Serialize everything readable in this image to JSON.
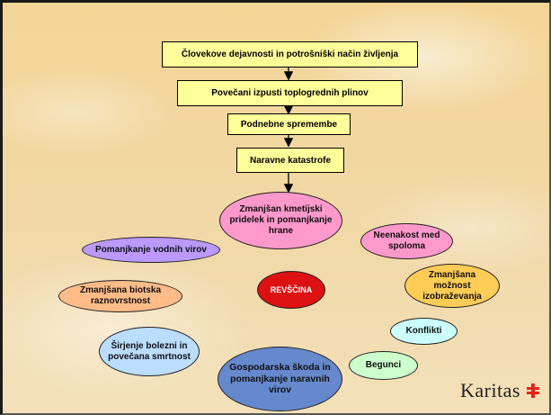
{
  "flow_boxes": [
    "Človekove dejavnosti in potrošniški način življenja",
    "Povečani izpusti toplogrednih plinov",
    "Podnebne spremembe",
    "Naravne katastrofe"
  ],
  "center": {
    "label": "REVŠČINA",
    "color": "#dd1111"
  },
  "consequences": [
    {
      "label": "Zmanjšan kmetijski pridelek in pomanjkanje hrane",
      "color": "#ff99cc"
    },
    {
      "label": "Pomanjkanje vodnih virov",
      "color": "#bb99ff"
    },
    {
      "label": "Neenakost med spoloma",
      "color": "#ff99cc"
    },
    {
      "label": "Zmanjšana biotska raznovrstnost",
      "color": "#ffbb88"
    },
    {
      "label": "Zmanjšana možnost izobraževanja",
      "color": "#ffcc55"
    },
    {
      "label": "Konflikti",
      "color": "#ccffff"
    },
    {
      "label": "Širjenje bolezni in povečana smrtnost",
      "color": "#bbddff"
    },
    {
      "label": "Begunci",
      "color": "#ccffcc"
    },
    {
      "label": "Gospodarska škoda in pomanjkanje naravnih virov",
      "color": "#6688cc"
    }
  ],
  "logo": {
    "text": "Karitas",
    "cross_color": "#e1251b"
  }
}
